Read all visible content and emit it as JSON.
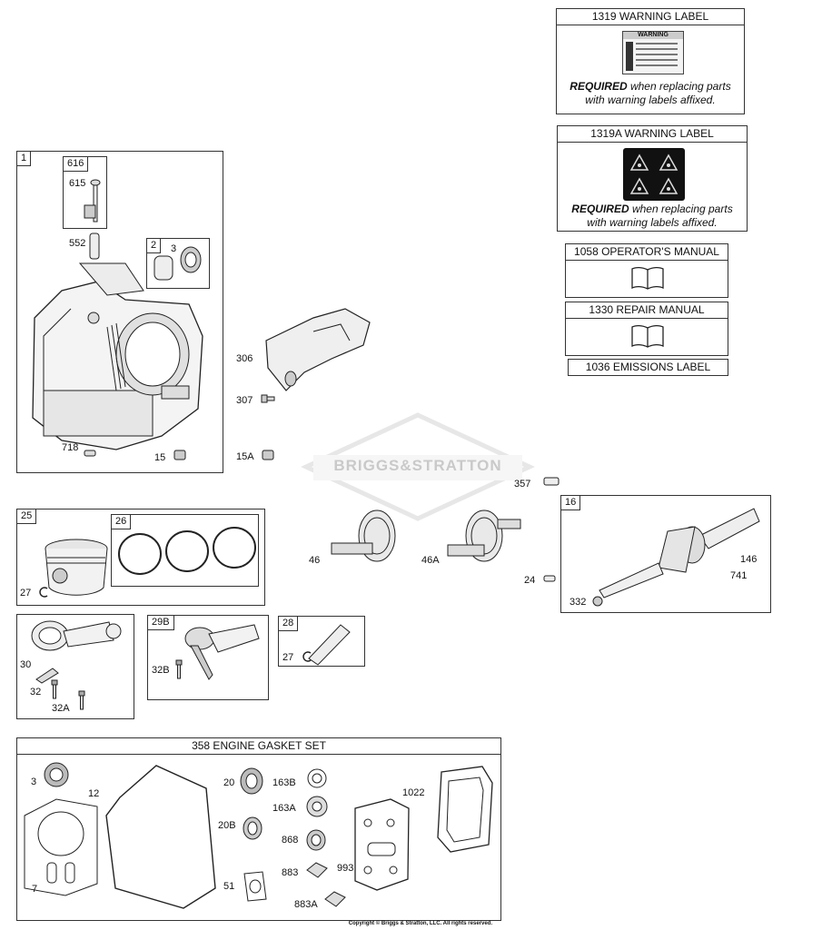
{
  "warning_label_1": {
    "title": "1319 WARNING LABEL",
    "req_bold": "REQUIRED",
    "req_line1": " when replacing parts",
    "req_line2": "with warning labels affixed.",
    "sticker_text": "WARNING"
  },
  "warning_label_2": {
    "title": "1319A WARNING LABEL",
    "req_bold": "REQUIRED",
    "req_line1": " when replacing parts",
    "req_line2": "with warning labels affixed."
  },
  "operators_manual": {
    "title": "1058 OPERATOR'S MANUAL"
  },
  "repair_manual": {
    "title": "1330 REPAIR MANUAL"
  },
  "emissions_label": {
    "title": "1036 EMISSIONS LABEL"
  },
  "gasket_set": {
    "title": "358 ENGINE GASKET SET"
  },
  "groups": {
    "cylinder": "1",
    "breather": "616",
    "bushing": "2",
    "piston": "25",
    "rings": "26",
    "conn_rod": "29B",
    "pin": "28",
    "crank": "16"
  },
  "parts": {
    "p615": "615",
    "p552": "552",
    "p3a": "3",
    "p306": "306",
    "p307": "307",
    "p718": "718",
    "p15": "15",
    "p15a": "15A",
    "p357": "357",
    "p27a": "27",
    "p46": "46",
    "p46a": "46A",
    "p24": "24",
    "p146": "146",
    "p741": "741",
    "p332": "332",
    "p30": "30",
    "p32": "32",
    "p32a": "32A",
    "p32b": "32B",
    "p27b": "27",
    "g3": "3",
    "g12": "12",
    "g7": "7",
    "g20": "20",
    "g20b": "20B",
    "g51": "51",
    "g163b": "163B",
    "g163a": "163A",
    "g868": "868",
    "g883": "883",
    "g883a": "883A",
    "g993": "993",
    "g1022": "1022"
  },
  "watermark": "BRIGGS&STRATTON",
  "copyright": "Copyright © Briggs & Stratton, LLC. All rights reserved."
}
